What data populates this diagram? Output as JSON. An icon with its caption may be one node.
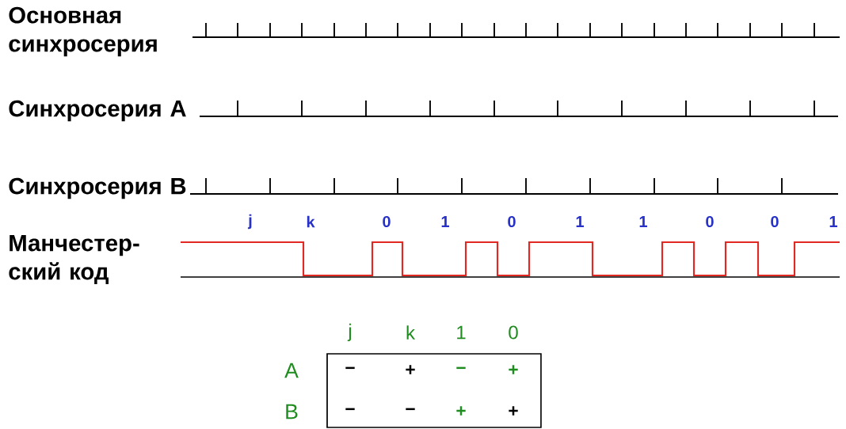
{
  "diagram": {
    "labels": [
      "Основная синхросерия",
      "Синхросерия A",
      "Синхросерия B",
      "Манчестер- ский код",
      "j",
      "k",
      "0",
      "1",
      "0",
      "1",
      "1",
      "0",
      "0",
      "1",
      "j",
      "k",
      "1",
      "0",
      "A",
      "−",
      "+",
      "−",
      "+",
      "B",
      "−",
      "−",
      "+",
      "+"
    ]
  }
}
